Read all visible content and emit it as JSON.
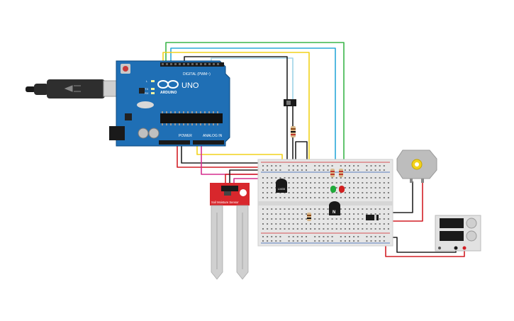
{
  "arduino": {
    "model": "UNO",
    "brand": "ARDUINO",
    "digital_header": "DIGITAL (PWM~)",
    "power_header": "POWER",
    "analog_header": "ANALOG IN",
    "tx_label": "TX",
    "rx_label": "RX",
    "l_label": "L"
  },
  "soil_sensor": {
    "label": "Soil Moisture Sensor"
  },
  "breadboard": {},
  "transistor": {
    "label": "N"
  },
  "temp_sensor": {
    "label": "LM35"
  },
  "colors": {
    "board_blue": "#1f6fb5",
    "wire_yellow": "#f2d21b",
    "wire_green": "#3bb54a",
    "wire_cyan": "#2aa8d8",
    "wire_lightblue": "#9fd3e8",
    "wire_red": "#d21f26",
    "wire_black": "#222222",
    "wire_magenta": "#d62e8d",
    "led_green": "#1faa3a",
    "led_red": "#d11f1f",
    "sensor_red": "#d8272c"
  },
  "icons": {
    "usb_cable": "usb-cable-icon",
    "dc_motor": "dc-motor-icon",
    "power_supply": "power-supply-icon",
    "diode": "diode-icon",
    "slide_switch": "slide-switch-icon"
  }
}
